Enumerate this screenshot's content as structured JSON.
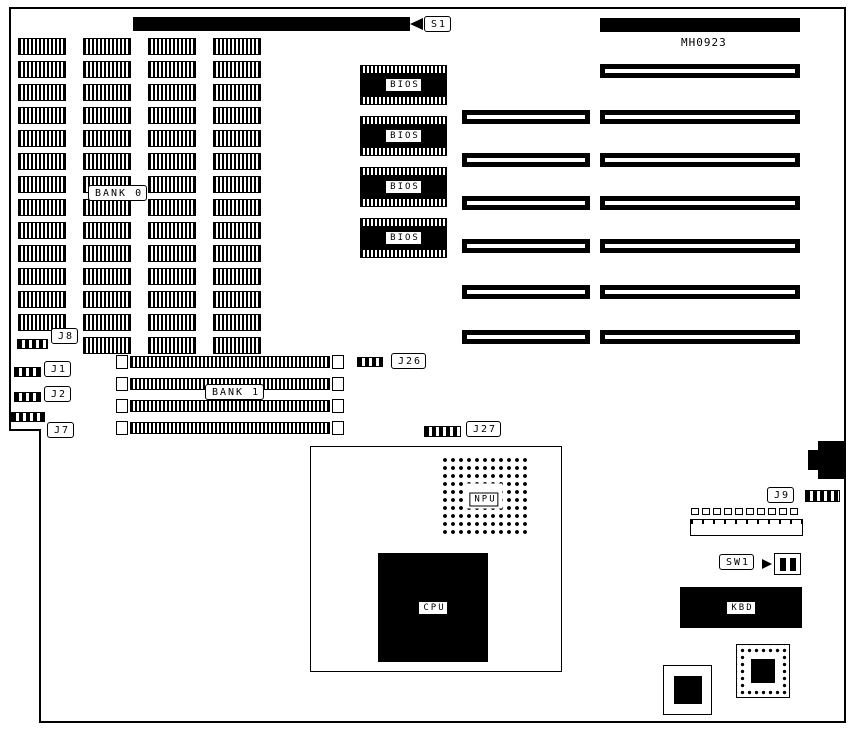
{
  "board": {
    "part_number": "MH0923"
  },
  "labels": {
    "s1": "S1",
    "bank0": "BANK 0",
    "bank1": "BANK 1",
    "bios": "BIOS",
    "npu": "NPU",
    "cpu": "CPU",
    "kbd": "KBD",
    "j1": "J1",
    "j2": "J2",
    "j7": "J7",
    "j8": "J8",
    "j9": "J9",
    "j26": "J26",
    "j27": "J27",
    "sw1": "SW1"
  }
}
